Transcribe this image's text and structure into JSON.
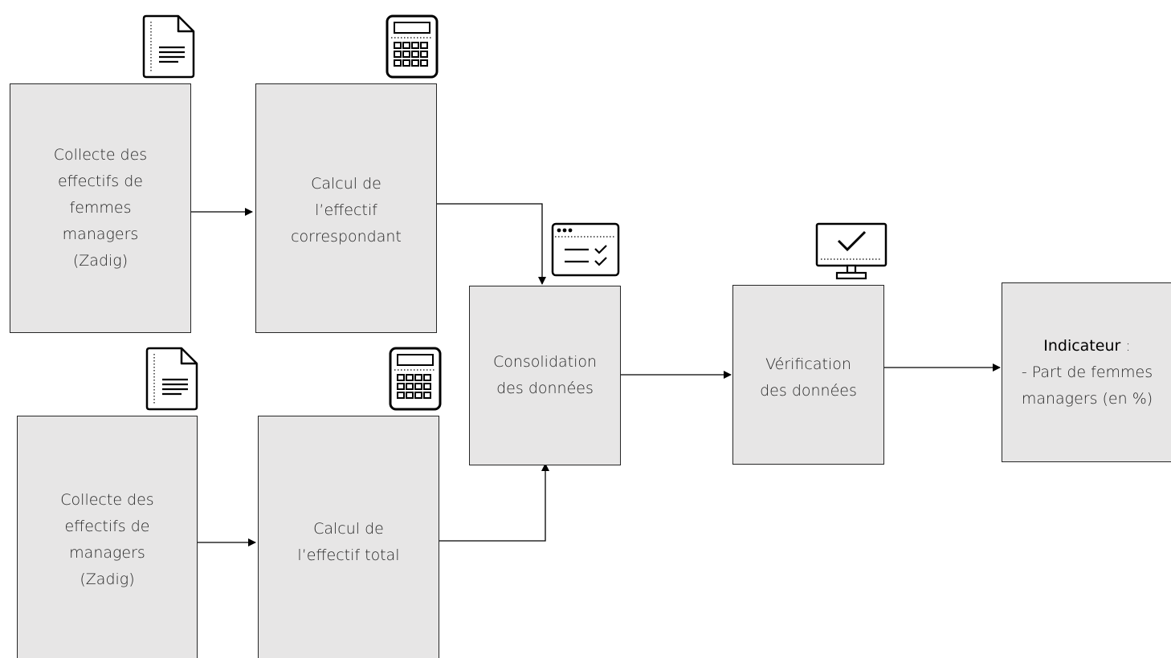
{
  "steps": {
    "collect_women": {
      "lines": [
        "Collecte des",
        "effectifs de",
        "femmes",
        "managers",
        "(Zadig)"
      ]
    },
    "calc_corresponding": {
      "lines": [
        "Calcul de",
        "l’effectif",
        "correspondant"
      ]
    },
    "collect_managers": {
      "lines": [
        "Collecte des",
        "effectifs de",
        "managers",
        "(Zadig)"
      ]
    },
    "calc_total": {
      "lines": [
        "Calcul de",
        "l’effectif total"
      ]
    },
    "consolidation": {
      "lines": [
        "Consolidation",
        "des données"
      ]
    },
    "verification": {
      "lines": [
        "Vérification",
        "des données"
      ]
    },
    "indicator": {
      "title": "Indicateur",
      "title_suffix": " :",
      "lines": [
        "- Part de femmes",
        "managers (en %)"
      ]
    }
  },
  "icons": {
    "collect_women": "document-icon",
    "calc_corresponding": "calculator-icon",
    "collect_managers": "document-icon",
    "calc_total": "calculator-icon",
    "consolidation": "checklist-window-icon",
    "verification": "monitor-check-icon"
  },
  "colors": {
    "box_fill": "#e7e6e6",
    "stroke": "#262626",
    "text": "#262626"
  }
}
